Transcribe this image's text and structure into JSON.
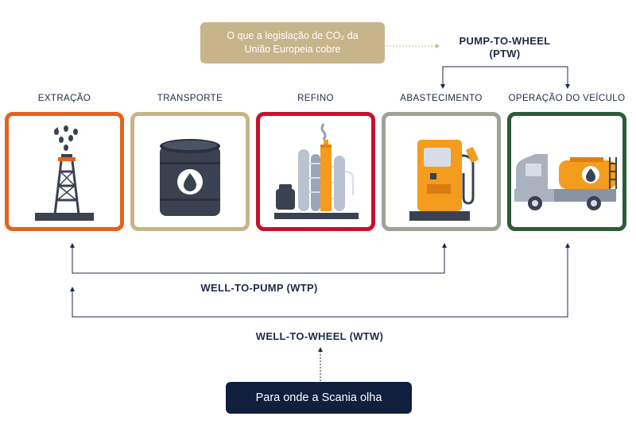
{
  "eu_note": {
    "line1": "O que a legislação de CO₂ da",
    "line2": "União Europeia cobre"
  },
  "ptw": {
    "line1": "PUMP-TO-WHEEL",
    "line2": "(PTW)"
  },
  "stages": [
    {
      "label": "EXTRAÇÃO",
      "icon": "oil-rig-icon",
      "color": "#e2631c"
    },
    {
      "label": "TRANSPORTE",
      "icon": "oil-barrel-icon",
      "color": "#c8b48a"
    },
    {
      "label": "REFINO",
      "icon": "refinery-icon",
      "color": "#c8102e"
    },
    {
      "label": "ABASTECIMENTO",
      "icon": "fuel-pump-icon",
      "color": "#9ea396"
    },
    {
      "label": "OPERAÇÃO DO VEÍCULO",
      "icon": "tanker-truck-icon",
      "color": "#2e5a3a"
    }
  ],
  "wtp_label": "WELL-TO-PUMP (WTP)",
  "wtw_label": "WELL-TO-WHEEL (WTW)",
  "scania_button": "Para onde a Scania olha"
}
